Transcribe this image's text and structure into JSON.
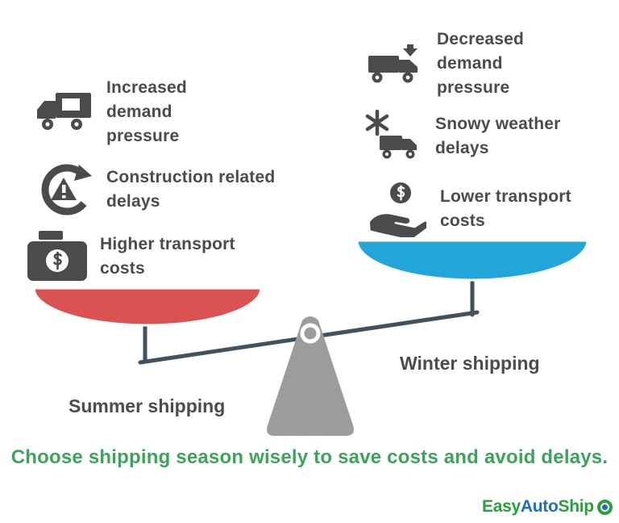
{
  "colors": {
    "summer_pan": "#db5252",
    "winter_pan": "#22a6da",
    "beam": "#41525e",
    "fulcrum": "#9c9c9c",
    "pivot_ring": "#ffffff",
    "factor_text": "#4b4b4b",
    "tagline_green": "#3aa559",
    "logo_green": "#28a03c",
    "logo_blue": "#1e6fb8"
  },
  "summer": {
    "label": "Summer shipping",
    "items": [
      {
        "icon": "truck-icon",
        "lines": [
          "Increased",
          "demand",
          "pressure"
        ]
      },
      {
        "icon": "construction-delay-icon",
        "lines": [
          "Construction related",
          "delays"
        ]
      },
      {
        "icon": "money-icon",
        "lines": [
          "Higher transport",
          "costs"
        ]
      }
    ]
  },
  "winter": {
    "label": "Winter shipping",
    "items": [
      {
        "icon": "truck-down-arrow-icon",
        "lines": [
          "Decreased",
          "demand",
          "pressure"
        ]
      },
      {
        "icon": "snowflake-truck-icon",
        "lines": [
          "Snowy weather",
          "delays"
        ]
      },
      {
        "icon": "hand-coin-icon",
        "lines": [
          "Lower transport",
          "costs"
        ]
      }
    ]
  },
  "tagline": "Choose shipping season wisely to save costs and avoid delays.",
  "logo": {
    "part1": "Easy",
    "part2": "Auto",
    "part3": "Ship",
    "icon": "ring-icon"
  }
}
